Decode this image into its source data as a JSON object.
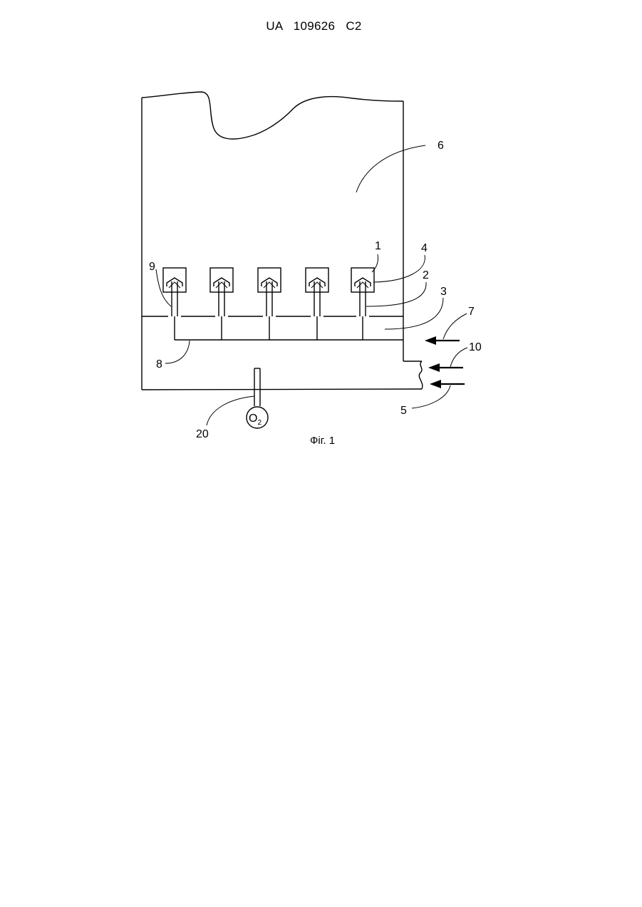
{
  "header": {
    "country_code": "UA",
    "patent_number": "109626",
    "kind_code": "C2"
  },
  "figure": {
    "caption": "Фіг. 1",
    "labels": {
      "label_1": "1",
      "label_2": "2",
      "label_3": "3",
      "label_4": "4",
      "label_5": "5",
      "label_6": "6",
      "label_7": "7",
      "label_8": "8",
      "label_9": "9",
      "label_10": "10",
      "label_20": "20"
    },
    "oxygen_symbol": "O",
    "oxygen_subscript": "2"
  }
}
